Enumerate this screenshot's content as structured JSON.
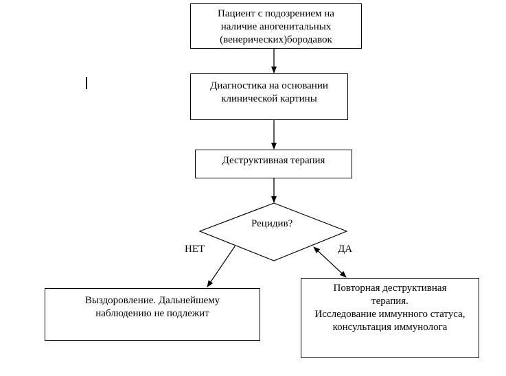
{
  "flowchart": {
    "nodes": [
      {
        "id": "patient",
        "type": "process",
        "lines": [
          "Пациент с подозрением на",
          "наличие аногенитальных",
          "(венерических)бородавок"
        ]
      },
      {
        "id": "diagnosis",
        "type": "process",
        "lines": [
          "Диагностика на основании",
          "клинической картины"
        ]
      },
      {
        "id": "therapy",
        "type": "process",
        "lines": [
          "Деструктивная терапия"
        ]
      },
      {
        "id": "relapse",
        "type": "decision",
        "lines": [
          "Рецидив?"
        ]
      },
      {
        "id": "recovery",
        "type": "process",
        "lines": [
          "Выздоровление. Дальнейшему",
          "наблюдению не подлежит"
        ]
      },
      {
        "id": "repeat",
        "type": "process",
        "lines": [
          "Повторная деструктивная",
          "терапия.",
          "Исследование иммунного статуса,",
          "консультация иммунолога"
        ]
      }
    ],
    "edges": [
      {
        "from": "patient",
        "to": "diagnosis",
        "label": ""
      },
      {
        "from": "diagnosis",
        "to": "therapy",
        "label": ""
      },
      {
        "from": "therapy",
        "to": "relapse",
        "label": ""
      },
      {
        "from": "relapse",
        "to": "recovery",
        "label": "НЕТ"
      },
      {
        "from": "relapse",
        "to": "repeat",
        "label": "ДА",
        "bidirectional": true
      }
    ],
    "labels": {
      "no": "НЕТ",
      "yes": "ДА"
    }
  }
}
